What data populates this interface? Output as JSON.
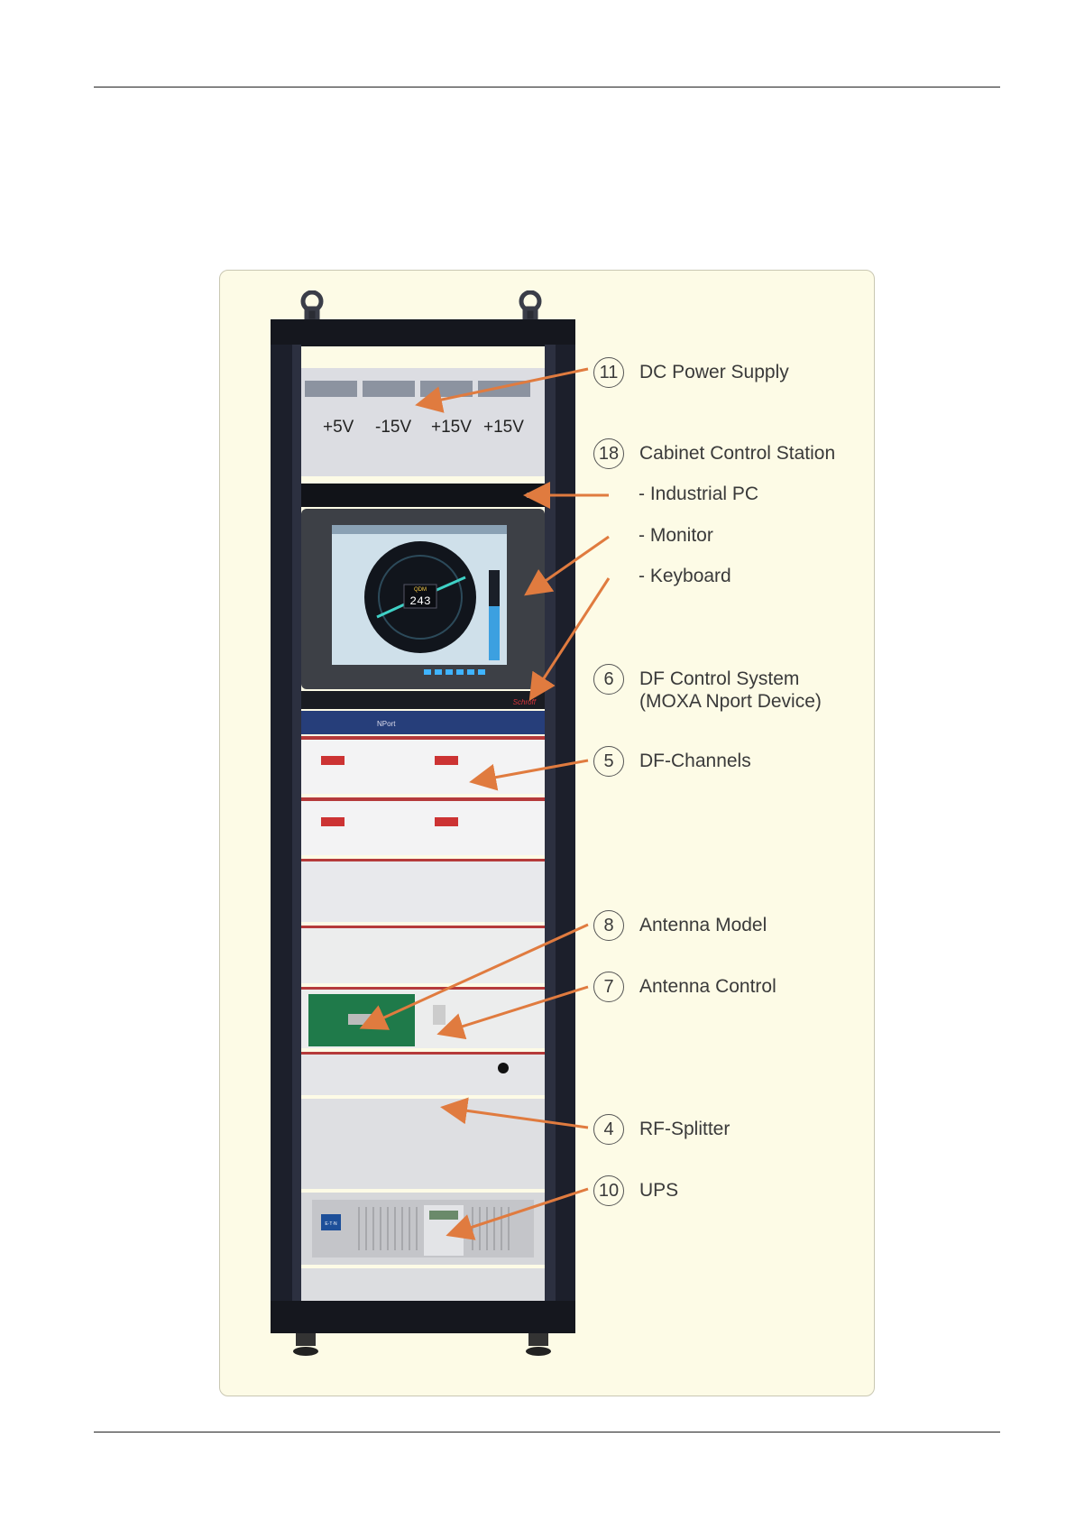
{
  "figure": {
    "voltage_labels": [
      "+5V",
      "-15V",
      "+15V",
      "+15V"
    ],
    "screen_readout": {
      "label": "QDM",
      "value": "243"
    },
    "brand_marks": {
      "monitor": "Schroff",
      "moxa": "NPort",
      "ups": "E·T·N"
    }
  },
  "callouts": [
    {
      "number": "11",
      "label": "DC Power Supply"
    },
    {
      "number": "18",
      "label": "Cabinet Control Station"
    },
    {
      "number": "6",
      "label": "DF Control System\n(MOXA Nport Device)"
    },
    {
      "number": "5",
      "label": "DF-Channels"
    },
    {
      "number": "8",
      "label": "Antenna Model"
    },
    {
      "number": "7",
      "label": "Antenna Control"
    },
    {
      "number": "4",
      "label": "RF-Splitter"
    },
    {
      "number": "10",
      "label": "UPS"
    }
  ],
  "sub_items": [
    "- Industrial PC",
    "- Monitor",
    "- Keyboard"
  ],
  "colors": {
    "arrow": "#e07b3f",
    "frame_bg": "#fdfbe6",
    "rack_frame": "#1c1f2b"
  }
}
